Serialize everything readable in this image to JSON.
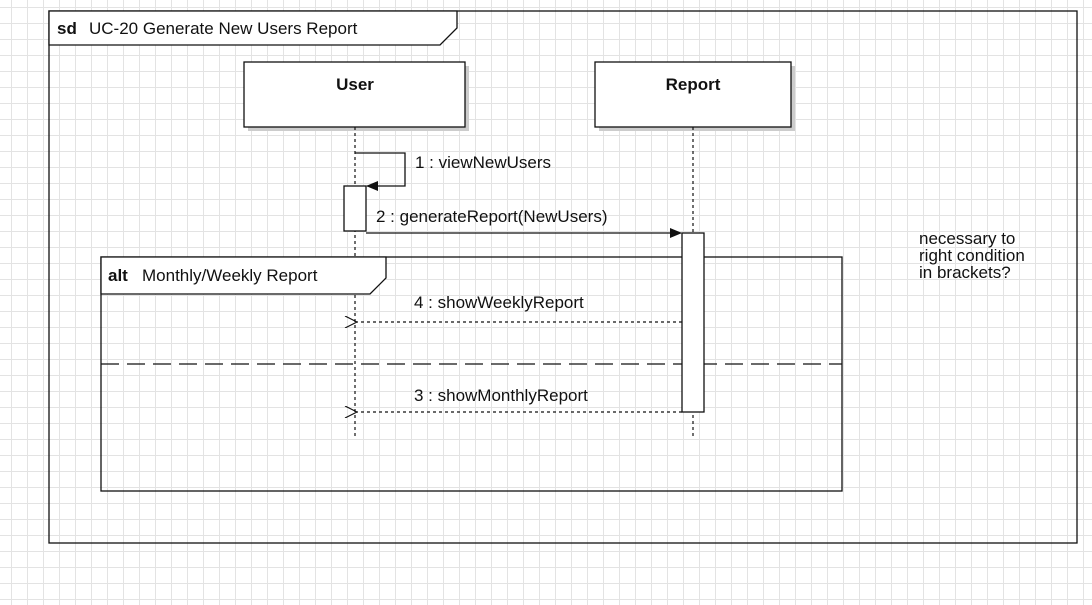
{
  "frame": {
    "keyword": "sd",
    "title": "UC-20 Generate New Users Report"
  },
  "lifelines": [
    {
      "name": "User"
    },
    {
      "name": "Report"
    }
  ],
  "messages": [
    {
      "label": "1 : viewNewUsers",
      "kind": "self-call"
    },
    {
      "label": "2 : generateReport(NewUsers)",
      "kind": "sync-call"
    },
    {
      "label": "4 : showWeeklyReport",
      "kind": "return"
    },
    {
      "label": "3 : showMonthlyReport",
      "kind": "return"
    }
  ],
  "fragment": {
    "operator": "alt",
    "title": "Monthly/Weekly Report"
  },
  "note": {
    "lines": [
      "necessary to",
      "right condition",
      "in brackets?"
    ]
  },
  "colors": {
    "stroke": "#111111",
    "shadow": "#cccccc",
    "background": "#ffffff",
    "grid": "#e3e3e3"
  }
}
